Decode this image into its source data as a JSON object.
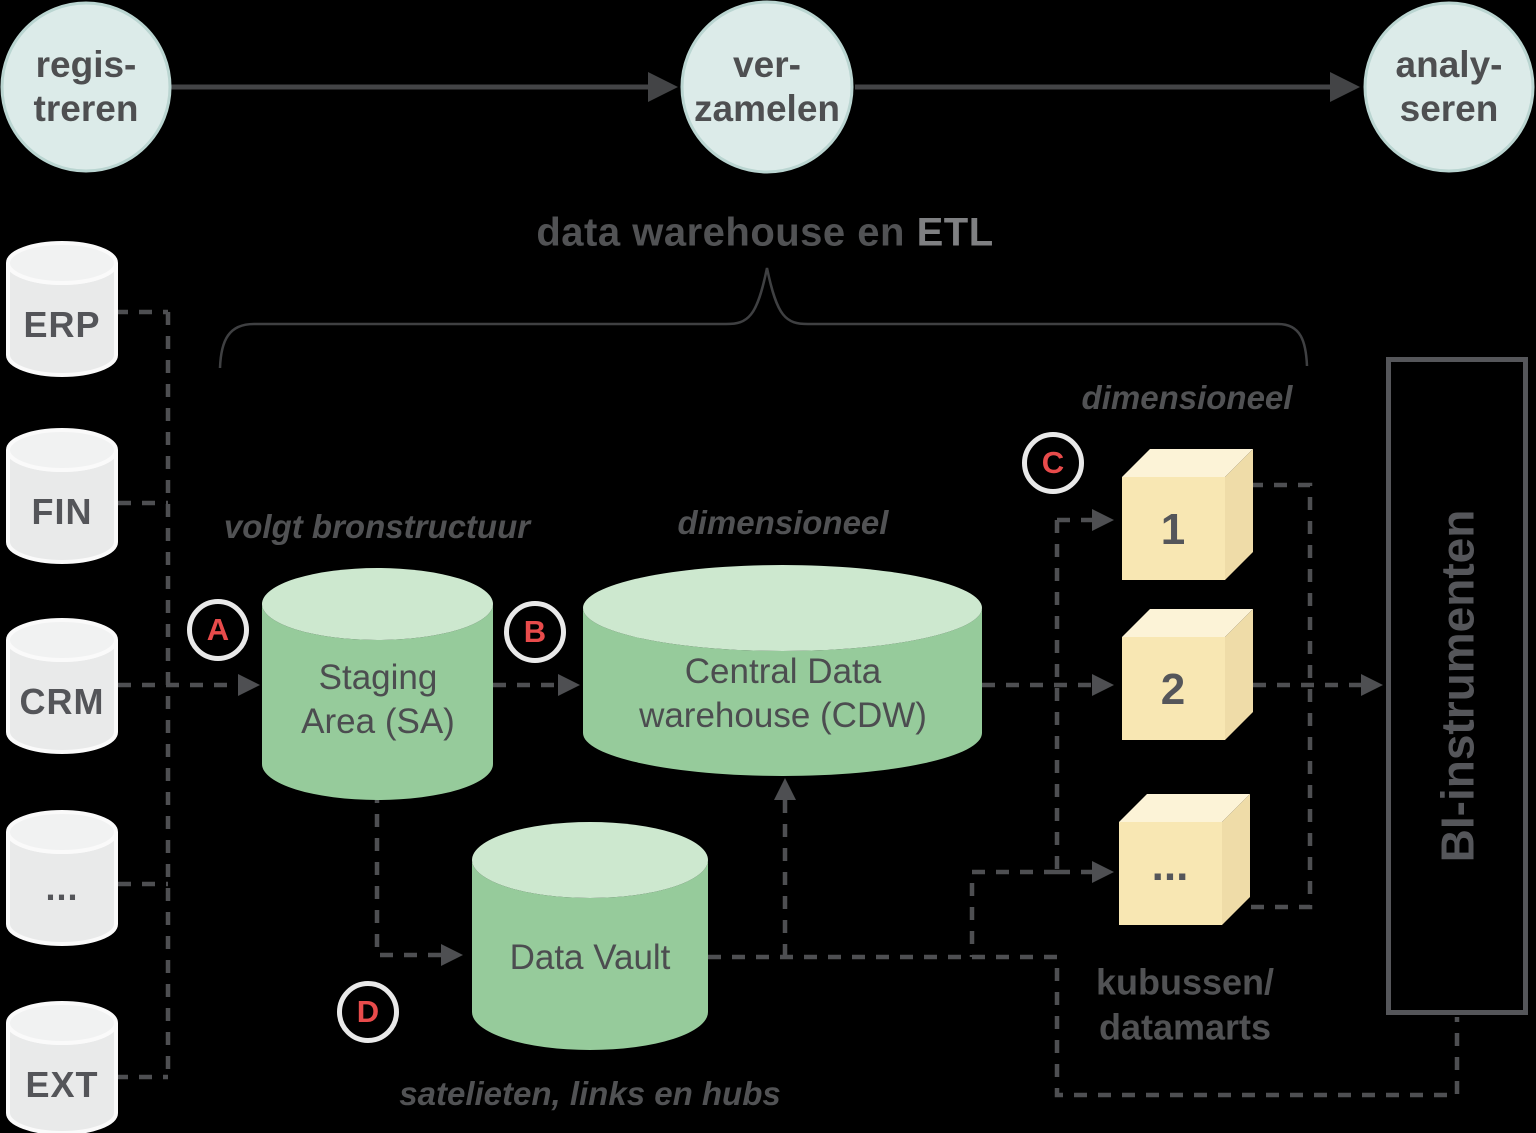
{
  "palette": {
    "background": "#000000",
    "process_circle_fill": "#dcebe9",
    "process_circle_border": "#bad5d1",
    "text_dark": "#4e4f51",
    "source_cylinder_fill": "#e9eaea",
    "source_cylinder_outline": "#fafafa",
    "green_cylinder_body": "#96cb9b",
    "green_cylinder_top": "#cde8cf",
    "cube_front": "#f8e7b3",
    "cube_top": "#fcf3d7",
    "cube_side": "#efdca8",
    "badge_letter_red": "#e84b4b",
    "badge_ring": "#e9e9e9",
    "dashed_line": "#4e4f52",
    "solid_arrow": "#434446",
    "title_light": "#7f8082"
  },
  "process_steps": [
    {
      "line1": "regis-",
      "line2": "treren"
    },
    {
      "line1": "ver-",
      "line2": "zamelen"
    },
    {
      "line1": "analy-",
      "line2": "seren"
    }
  ],
  "title": {
    "dark_part": "data warehouse en",
    "light_part": "ETL"
  },
  "sources": [
    {
      "label": "ERP"
    },
    {
      "label": "FIN"
    },
    {
      "label": "CRM"
    },
    {
      "label": "..."
    },
    {
      "label": "EXT"
    }
  ],
  "staging": {
    "line1": "Staging",
    "line2": "Area (SA)",
    "annotation": "volgt bronstructuur"
  },
  "cdw": {
    "line1": "Central Data",
    "line2": "warehouse (CDW)",
    "annotation": "dimensioneel"
  },
  "data_vault": {
    "label": "Data Vault",
    "annotation": "satelieten, links en hubs"
  },
  "cubes": {
    "annotation": "dimensioneel",
    "items": [
      {
        "label": "1"
      },
      {
        "label": "2"
      },
      {
        "label": "..."
      }
    ],
    "caption_line1": "kubussen/",
    "caption_line2": "datamarts"
  },
  "bi_box": {
    "label": "BI-instrumenten"
  },
  "badges": [
    {
      "letter": "A"
    },
    {
      "letter": "B"
    },
    {
      "letter": "C"
    },
    {
      "letter": "D"
    }
  ]
}
